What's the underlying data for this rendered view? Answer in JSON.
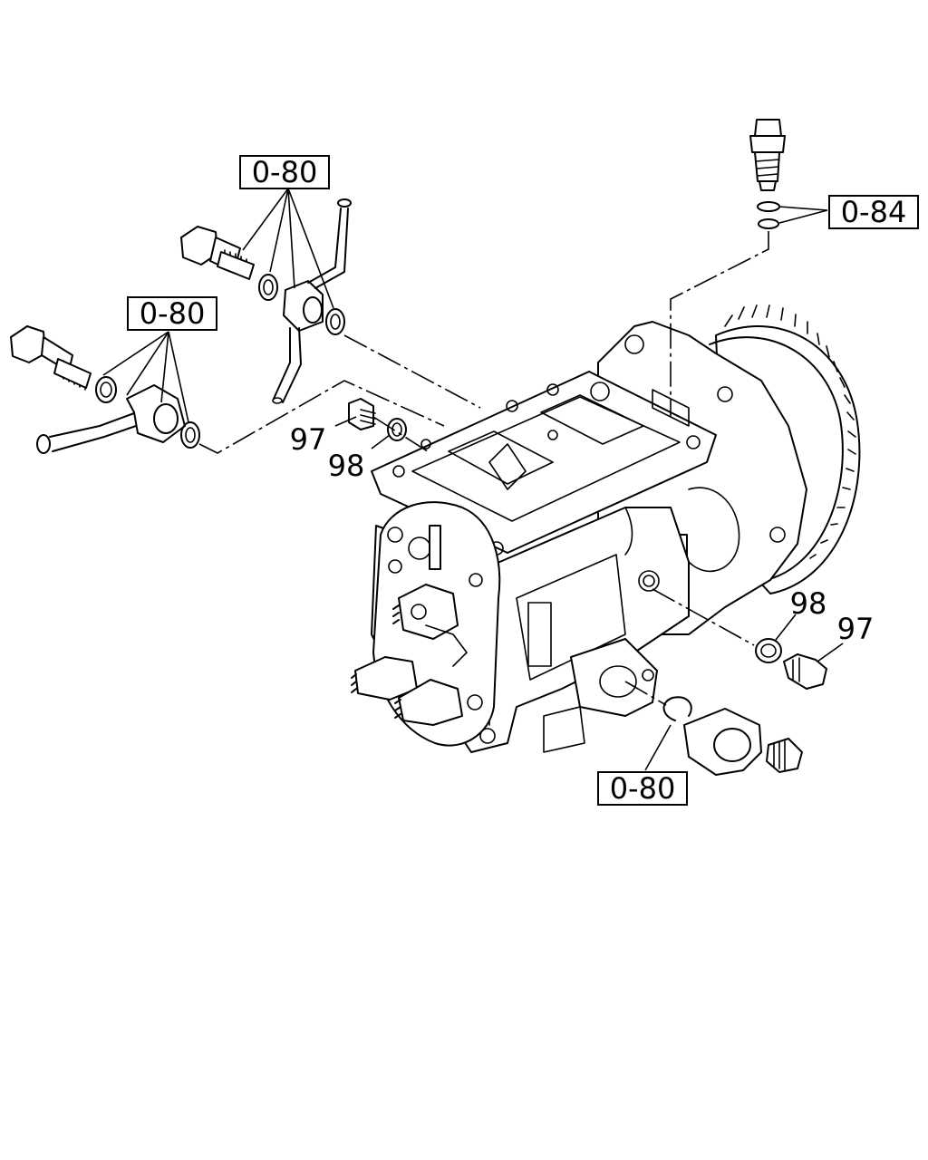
{
  "callouts": {
    "ref_top": "0-80",
    "ref_left": "0-80",
    "ref_right": "0-84",
    "ref_bottom": "0-80",
    "part_97_upper": "97",
    "part_98_upper": "98",
    "part_98_lower": "98",
    "part_97_lower": "97"
  }
}
